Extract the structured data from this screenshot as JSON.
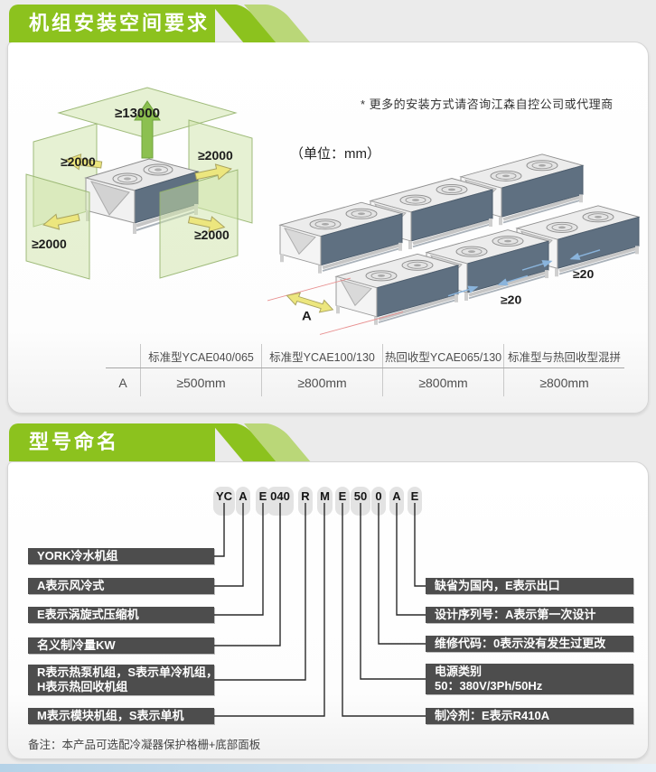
{
  "colors": {
    "banner_green": "#8cc21e",
    "banner_green_light": "#bad778",
    "label_box_dark": "#4d4d4d",
    "clearance_panel_green": "#cfe3aa",
    "arrow_yellow": "#ece67e",
    "arrow_green": "#8cc050",
    "coil_slate": "#5f7081",
    "footer_blue": "#cde1f0"
  },
  "section1": {
    "title": "机组安装空间要求",
    "note": "* 更多的安装方式请咨询江森自控公司或代理商",
    "unit_label": "（单位：mm）",
    "left_diagram": {
      "top_clearance": "≥13000",
      "clearance_upper_left": "≥2000",
      "clearance_upper_right": "≥2000",
      "clearance_lower_left": "≥2000",
      "clearance_lower_right": "≥2000"
    },
    "right_diagram": {
      "row_spacing_label": "A",
      "gap_label_1": "≥20",
      "gap_label_2": "≥20"
    },
    "table": {
      "row_header": "A",
      "columns": [
        "标准型YCAE040/065",
        "标准型YCAE100/130",
        "热回收型YCAE065/130",
        "标准型与热回收型混拼"
      ],
      "values": [
        "≥500mm",
        "≥800mm",
        "≥800mm",
        "≥800mm"
      ]
    }
  },
  "section2": {
    "title": "型号命名",
    "codes": [
      "YC",
      "A",
      "E",
      "040",
      "R",
      "M",
      "E",
      "50",
      "0",
      "A",
      "E"
    ],
    "left_labels": [
      {
        "lines": [
          "YORK冷水机组"
        ]
      },
      {
        "lines": [
          "A表示风冷式"
        ]
      },
      {
        "lines": [
          "E表示涡旋式压缩机"
        ]
      },
      {
        "lines": [
          "名义制冷量KW"
        ]
      },
      {
        "lines": [
          "R表示热泵机组，S表示单冷机组，",
          "H表示热回收机组"
        ]
      },
      {
        "lines": [
          "M表示模块机组，S表示单机"
        ]
      }
    ],
    "right_labels": [
      {
        "lines": [
          "缺省为国内，E表示出口"
        ]
      },
      {
        "lines": [
          "设计序列号：A表示第一次设计"
        ]
      },
      {
        "lines": [
          "维修代码：0表示没有发生过更改"
        ]
      },
      {
        "lines": [
          "电源类别",
          "50：380V/3Ph/50Hz"
        ]
      },
      {
        "lines": [
          "制冷剂：E表示R410A"
        ]
      }
    ],
    "note": "备注：本产品可选配冷凝器保护格栅+底部面板"
  }
}
